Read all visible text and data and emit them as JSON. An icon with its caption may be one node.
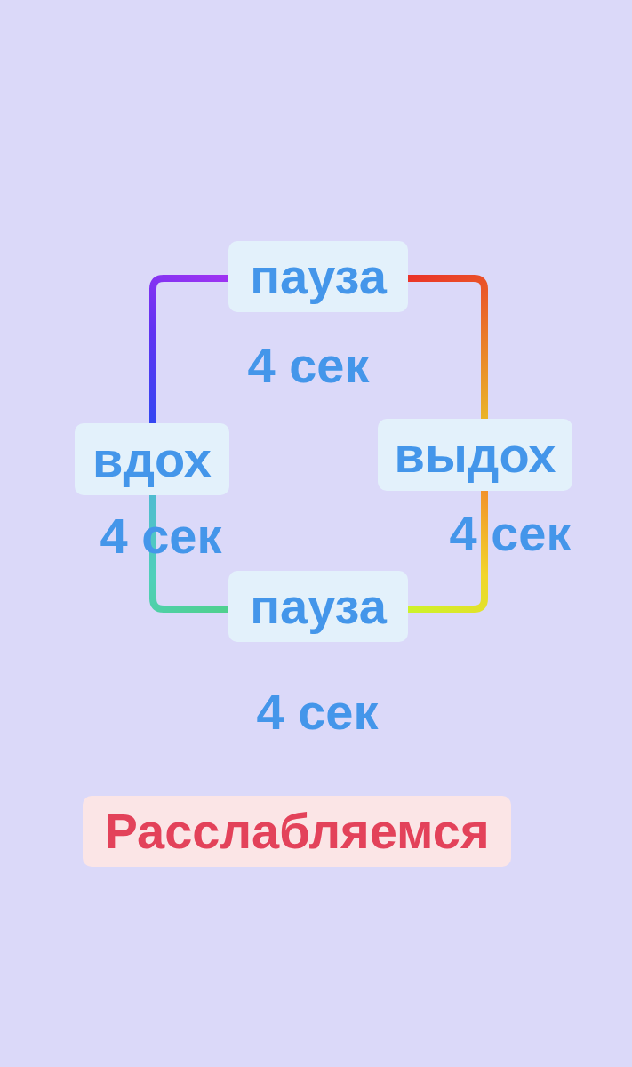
{
  "diagram": {
    "nodes": [
      {
        "text": [
          "пауза"
        ],
        "beside": [
          "4 сек"
        ]
      },
      {
        "text": [
          "вдох"
        ],
        "beside": [
          "4 сек"
        ]
      },
      {
        "text": [
          "выдох"
        ],
        "beside": [
          "4 сек"
        ]
      },
      {
        "text": [
          "пауза"
        ],
        "beside": [
          "4 сек"
        ]
      },
      {
        "text": [
          "Расслабляемся"
        ]
      }
    ],
    "edges": [
      {
        "from": 1,
        "to": 0,
        "arrow": "none",
        "color": "#3346f2"
      },
      {
        "from": 0,
        "to": 2,
        "arrow": "none",
        "color": "#ea3328"
      },
      {
        "from": 2,
        "to": 3,
        "arrow": "none",
        "color": "#f2922a"
      },
      {
        "from": 3,
        "to": 1,
        "arrow": "none",
        "color": "#4fd08e"
      }
    ]
  }
}
